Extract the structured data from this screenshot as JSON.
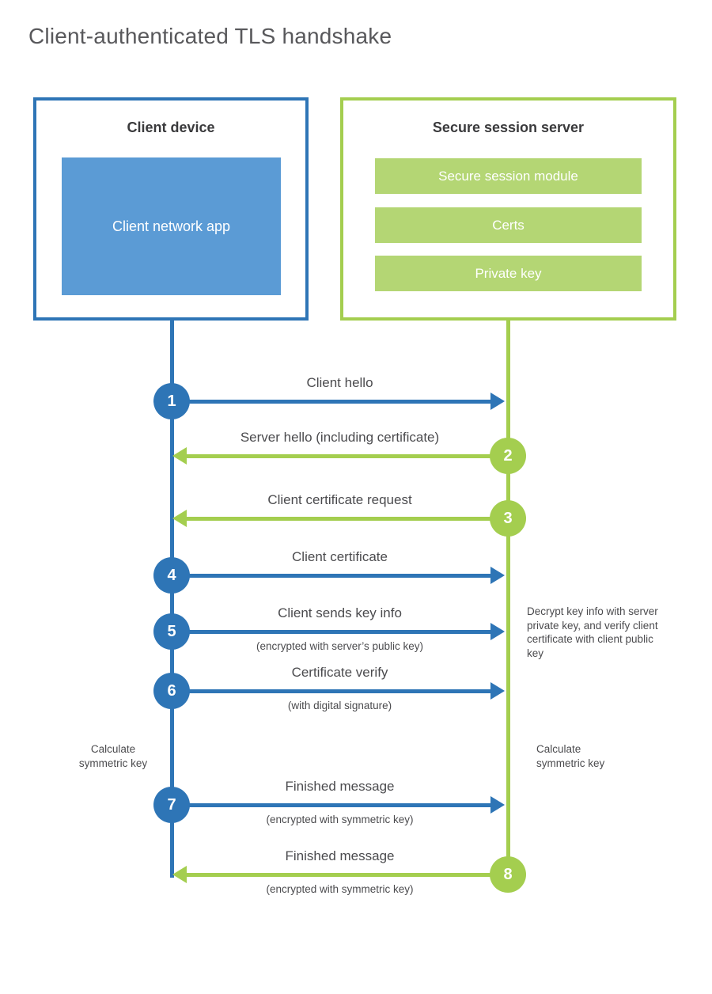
{
  "page": {
    "title": "Client-authenticated TLS handshake"
  },
  "colors": {
    "blue_accent": "#2e75b6",
    "blue_fill": "#5b9bd5",
    "green_accent": "#a4ce4f",
    "green_fill": "#b4d674",
    "text_gray": "#4b4b4e"
  },
  "client": {
    "title": "Client device",
    "app_label": "Client network app"
  },
  "server": {
    "title": "Secure session server",
    "modules": [
      "Secure session module",
      "Certs",
      "Private key"
    ]
  },
  "steps": [
    {
      "num": "1",
      "label": "Client hello",
      "sub": "",
      "from": "client",
      "to": "server"
    },
    {
      "num": "2",
      "label": "Server hello (including certificate)",
      "sub": "",
      "from": "server",
      "to": "client"
    },
    {
      "num": "3",
      "label": "Client certificate request",
      "sub": "",
      "from": "server",
      "to": "client"
    },
    {
      "num": "4",
      "label": "Client certificate",
      "sub": "",
      "from": "client",
      "to": "server"
    },
    {
      "num": "5",
      "label": "Client sends key info",
      "sub": "(encrypted with server’s public key)",
      "from": "client",
      "to": "server"
    },
    {
      "num": "6",
      "label": "Certificate verify",
      "sub": "(with digital signature)",
      "from": "client",
      "to": "server"
    },
    {
      "num": "7",
      "label": "Finished message",
      "sub": "(encrypted with symmetric key)",
      "from": "client",
      "to": "server"
    },
    {
      "num": "8",
      "label": "Finished message",
      "sub": "(encrypted with symmetric key)",
      "from": "server",
      "to": "client"
    }
  ],
  "annotations": {
    "decrypt_note": "Decrypt key info with server private key, and verify client certificate with client public key",
    "calc_left": "Calculate symmetric key",
    "calc_right": "Calculate symmetric key"
  }
}
